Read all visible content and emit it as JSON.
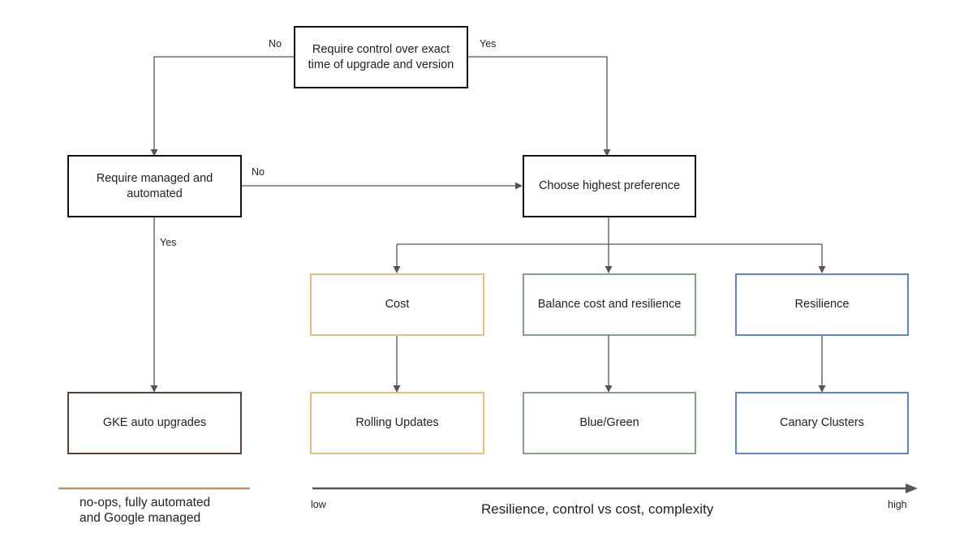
{
  "nodes": {
    "require_control": "Require control over exact time of upgrade and version",
    "require_managed": "Require managed and automated",
    "choose_preference": "Choose highest preference",
    "cost": "Cost",
    "balance": "Balance cost and resilience",
    "resilience": "Resilience",
    "gke_auto": "GKE auto upgrades",
    "rolling": "Rolling Updates",
    "bluegreen": "Blue/Green",
    "canary": "Canary Clusters"
  },
  "edge_labels": {
    "control_no": "No",
    "control_yes": "Yes",
    "managed_no": "No",
    "managed_yes": "Yes"
  },
  "legend": {
    "text": "no-ops, fully automated and Google managed"
  },
  "axis": {
    "title": "Resilience, control vs cost, complexity",
    "low": "low",
    "high": "high"
  },
  "colors": {
    "decision": "#111111",
    "cost": "#e2c178",
    "balance": "#82a082",
    "resilience": "#5b84d4",
    "managed": "#5b4036",
    "connector": "#5f5049"
  }
}
